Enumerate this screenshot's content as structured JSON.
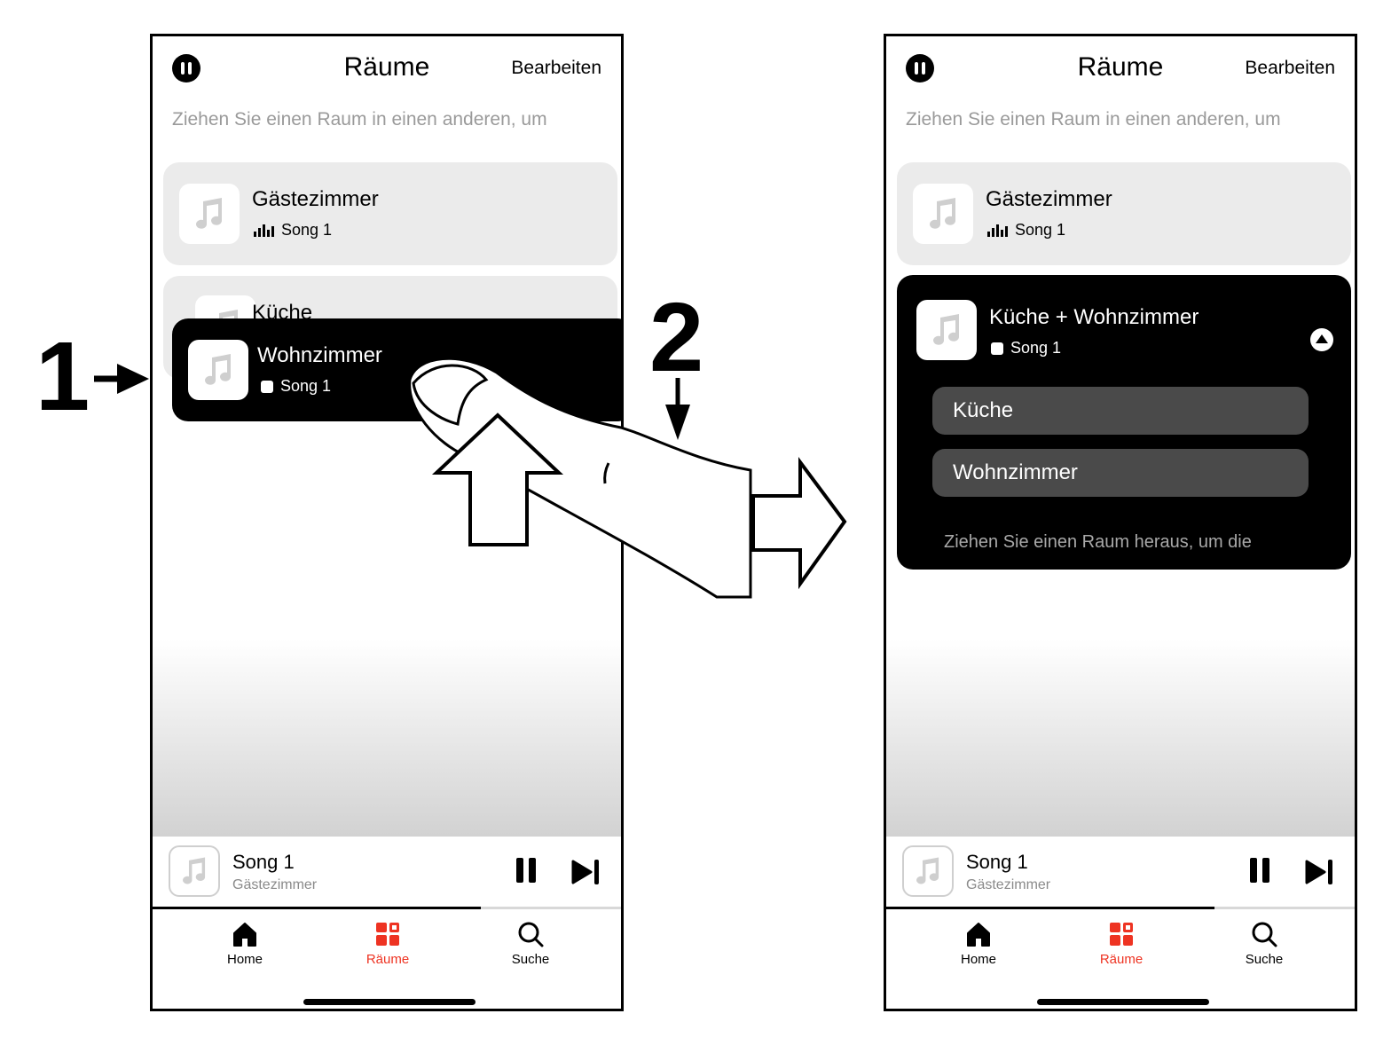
{
  "steps": {
    "step1": "1",
    "step2": "2"
  },
  "screen_before": {
    "header": {
      "title": "Räume",
      "edit_label": "Bearbeiten",
      "pause_icon": "pause-circle-icon"
    },
    "hint": "Ziehen Sie einen Raum in einen anderen, um",
    "rooms": [
      {
        "name": "Gästezimmer",
        "status_icon": "equalizer-bars-icon",
        "song": "Song 1"
      },
      {
        "name": "Küche"
      }
    ],
    "dragged_room": {
      "name": "Wohnzimmer",
      "status_icon": "stopped-square-icon",
      "song": "Song 1"
    },
    "mini_player": {
      "title": "Song 1",
      "room": "Gästezimmer",
      "progress": 0.7
    },
    "tabs": [
      {
        "label": "Home",
        "icon": "home-icon",
        "active": false
      },
      {
        "label": "Räume",
        "icon": "rooms-grid-icon",
        "active": true
      },
      {
        "label": "Suche",
        "icon": "search-icon",
        "active": false
      }
    ]
  },
  "screen_after": {
    "header": {
      "title": "Räume",
      "edit_label": "Bearbeiten",
      "pause_icon": "pause-circle-icon"
    },
    "hint": "Ziehen Sie einen Raum in einen anderen, um",
    "rooms": [
      {
        "name": "Gästezimmer",
        "status_icon": "equalizer-bars-icon",
        "song": "Song 1"
      }
    ],
    "group": {
      "name": "Küche + Wohnzimmer",
      "status_icon": "stopped-square-icon",
      "song": "Song 1",
      "members": [
        "Küche",
        "Wohnzimmer"
      ],
      "hint": "Ziehen Sie einen Raum heraus, um die"
    },
    "mini_player": {
      "title": "Song 1",
      "room": "Gästezimmer",
      "progress": 0.7
    },
    "tabs": [
      {
        "label": "Home",
        "icon": "home-icon",
        "active": false
      },
      {
        "label": "Räume",
        "icon": "rooms-grid-icon",
        "active": true
      },
      {
        "label": "Suche",
        "icon": "search-icon",
        "active": false
      }
    ]
  },
  "colors": {
    "accent": "#ee3322",
    "card": "#ebebeb",
    "dark_card": "#000000",
    "member_row": "#4a4a4a",
    "hint_text": "#9a9a9a"
  }
}
